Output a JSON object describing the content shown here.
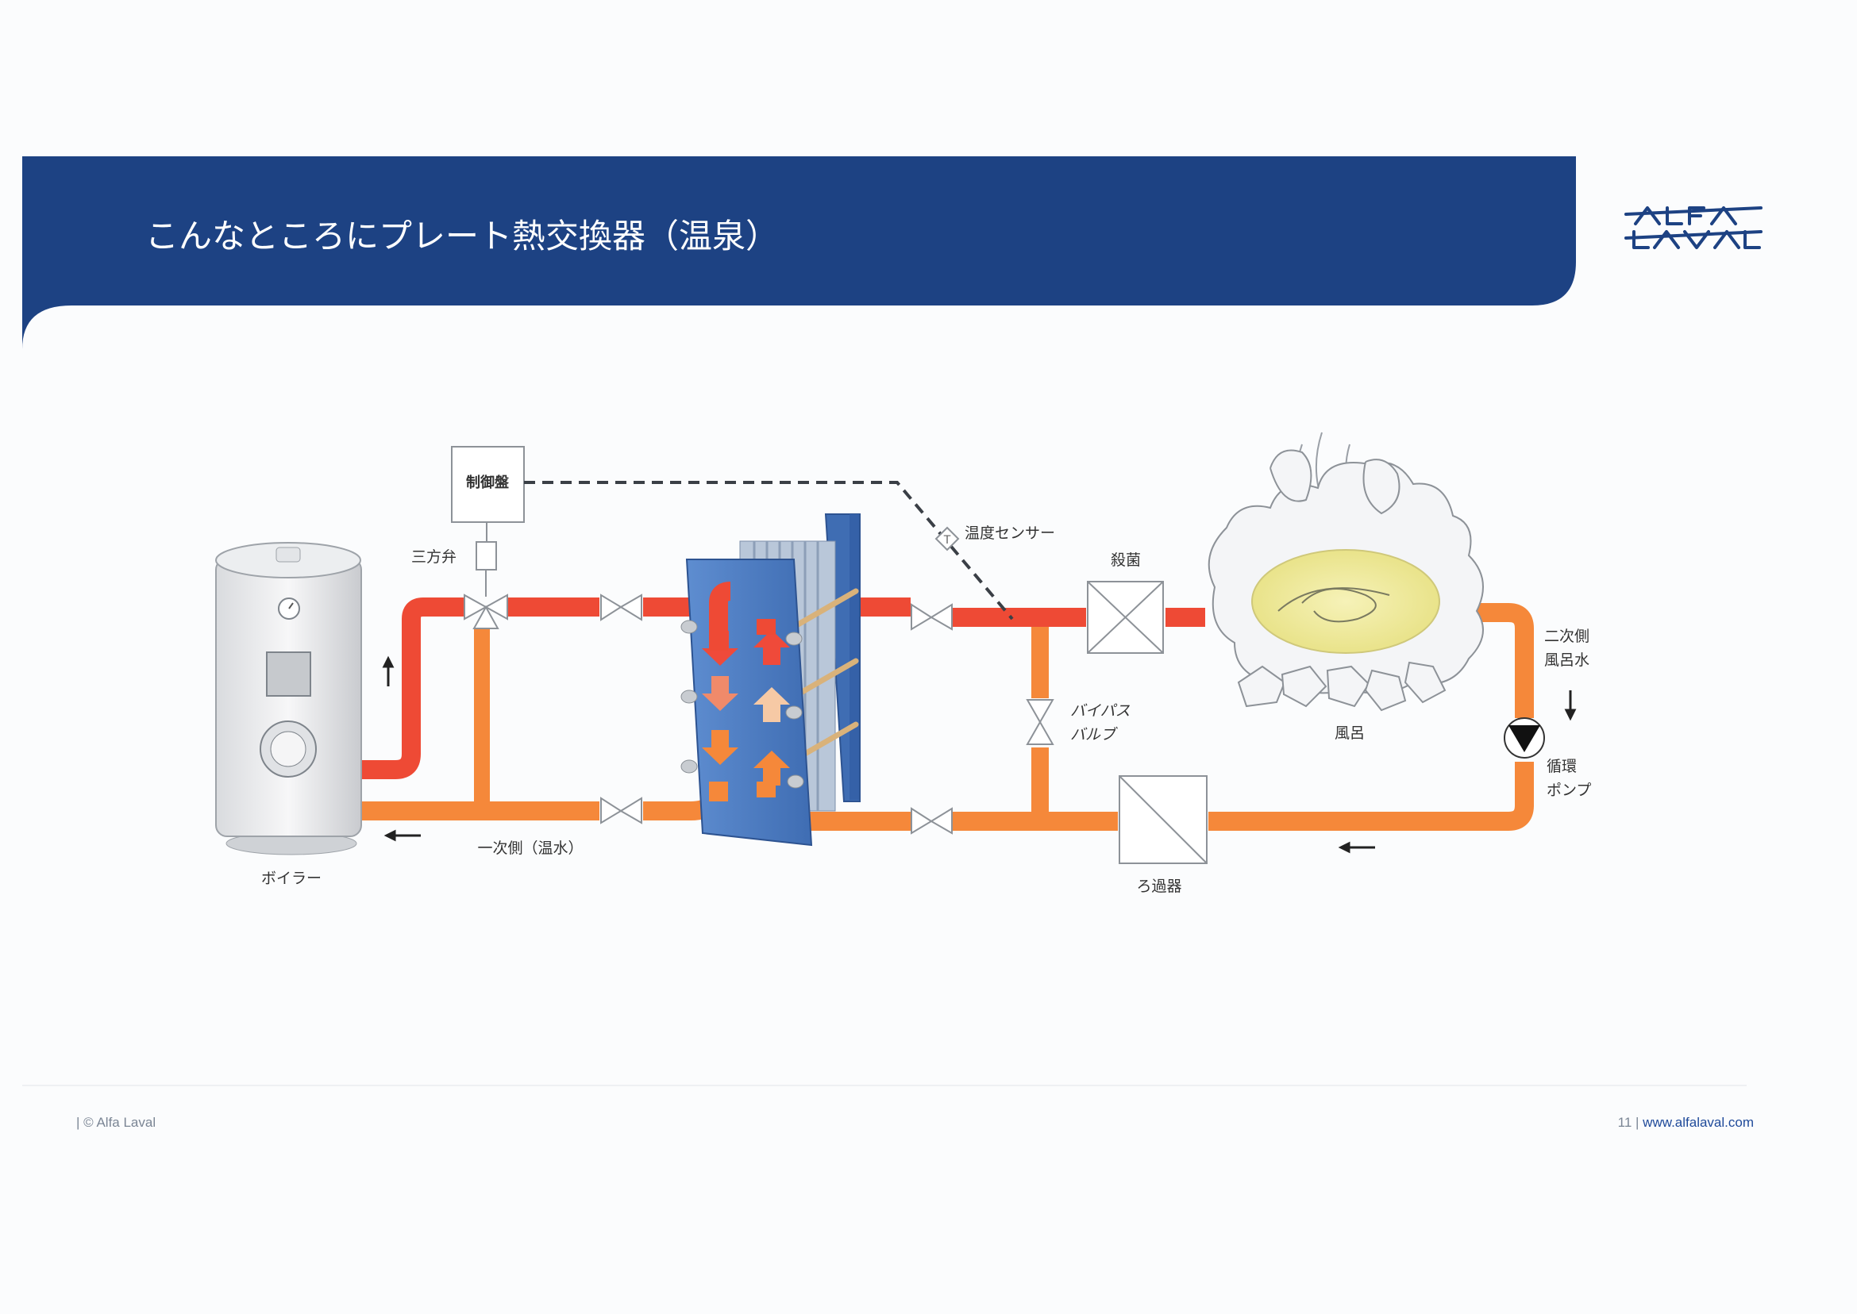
{
  "slide": {
    "title": "こんなところにプレート熱交換器（温泉）",
    "brand_logo_text": "ALFA LAVAL",
    "footer_copyright": "| © Alfa Laval",
    "footer_page": "11",
    "footer_sep": " | ",
    "footer_url": "www.alfalaval.com"
  },
  "diagram": {
    "labels": {
      "control_panel": "制御盤",
      "three_way_valve": "三方弁",
      "temp_sensor": "温度センサー",
      "sterilizer": "殺菌",
      "bath": "風呂",
      "secondary_water_1": "二次側",
      "secondary_water_2": "風呂水",
      "bypass_valve_1": "バイパス",
      "bypass_valve_2": "バルブ",
      "circulation_pump_1": "循環",
      "circulation_pump_2": "ポンプ",
      "filter": "ろ過器",
      "boiler": "ボイラー",
      "primary_side": "一次側（温水）"
    },
    "colors": {
      "header_blue": "#1d4283",
      "hot_pipe": "#ee4a35",
      "warm_pipe": "#f5883a",
      "plate_blue": "#4a7cc4",
      "bath_yellow": "#f1ec9c"
    }
  }
}
